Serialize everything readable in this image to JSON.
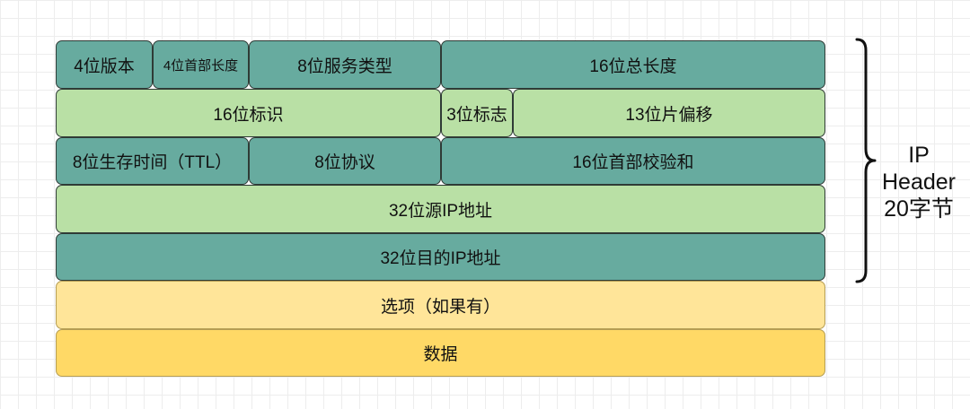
{
  "rows": [
    [
      {
        "text": "4位版本",
        "color": "teal"
      },
      {
        "text": "4位首部长度",
        "color": "teal"
      },
      {
        "text": "8位服务类型",
        "color": "teal"
      },
      {
        "text": "16位总长度",
        "color": "teal"
      }
    ],
    [
      {
        "text": "16位标识",
        "color": "green"
      },
      {
        "text": "3位标志",
        "color": "green"
      },
      {
        "text": "13位片偏移",
        "color": "green"
      }
    ],
    [
      {
        "text": "8位生存时间（TTL）",
        "color": "teal"
      },
      {
        "text": "8位协议",
        "color": "teal"
      },
      {
        "text": "16位首部校验和",
        "color": "teal"
      }
    ],
    [
      {
        "text": "32位源IP地址",
        "color": "green"
      }
    ],
    [
      {
        "text": "32位目的IP地址",
        "color": "teal"
      }
    ],
    [
      {
        "text": "选项（如果有）",
        "color": "yellow"
      }
    ],
    [
      {
        "text": "数据",
        "color": "orange"
      }
    ]
  ],
  "brace_label": {
    "line1": "IP",
    "line2": "Header",
    "line3": "20字节"
  },
  "colors": {
    "teal": "#67ab9f",
    "green": "#b9e0a5",
    "yellow": "#ffe599",
    "orange": "#ffd966"
  }
}
